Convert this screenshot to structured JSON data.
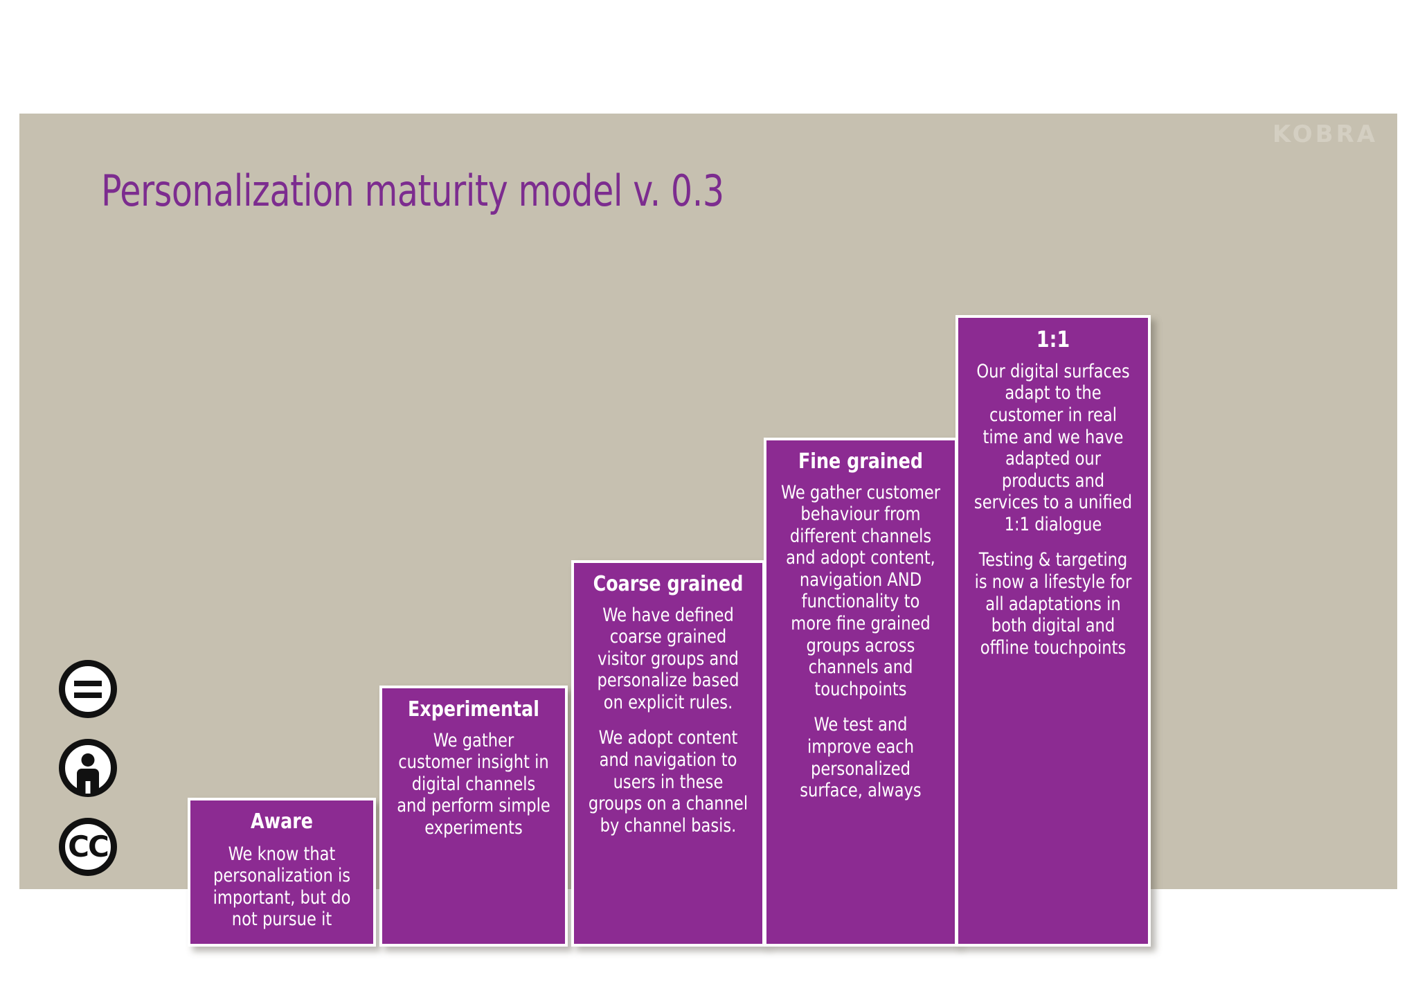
{
  "slide": {
    "title": "Personalization maturity model v. 0.3",
    "watermark": "KOBRA",
    "background_color": "#c6c0b0",
    "accent_color": "#8c2b92",
    "title_color": "#7c2c8f",
    "bar_border_color": "#ffffff",
    "bar_text_color": "#ffffff"
  },
  "chart_data": {
    "type": "bar",
    "title": "Personalization maturity model v. 0.3",
    "xlabel": "",
    "ylabel": "",
    "categories": [
      "Aware",
      "Experimental",
      "Coarse grained",
      "Fine grained",
      "1:1"
    ],
    "values": [
      1,
      2,
      3,
      4,
      5
    ],
    "ylim": [
      0,
      5
    ],
    "grid": false,
    "legend": "none",
    "notes": "Ascending staircase of five maturity levels; each bar height encodes the maturity stage."
  },
  "stages": [
    {
      "id": "aware",
      "level": 1,
      "heading": "Aware",
      "paragraphs": [
        "We know that personalization is important, but do not pursue it"
      ]
    },
    {
      "id": "experimental",
      "level": 2,
      "heading": "Experimental",
      "paragraphs": [
        "We gather customer insight in digital channels and perform simple experiments"
      ]
    },
    {
      "id": "coarse-grained",
      "level": 3,
      "heading": "Coarse grained",
      "paragraphs": [
        "We have defined coarse grained visitor groups and personalize based on explicit rules.",
        "We adopt content and navigation to users in these groups on a channel by channel basis."
      ]
    },
    {
      "id": "fine-grained",
      "level": 4,
      "heading": "Fine grained",
      "paragraphs": [
        "We gather customer behaviour from different channels and adopt content, navigation AND functionality to more fine grained groups across channels and touchpoints",
        "We test and improve each personalized surface, always"
      ]
    },
    {
      "id": "one-to-one",
      "level": 5,
      "heading": "1:1",
      "paragraphs": [
        "Our digital surfaces adapt to the customer in real time and we have adapted our products and services to a unified 1:1 dialogue",
        "Testing & targeting is now a lifestyle for all adaptations in both digital and offline touchpoints"
      ]
    }
  ],
  "license_badges": [
    {
      "id": "share-alike",
      "icon": "cc-share-alike-icon",
      "label": "="
    },
    {
      "id": "attribution",
      "icon": "cc-attribution-icon",
      "label": ""
    },
    {
      "id": "creative-commons",
      "icon": "cc-logo-icon",
      "label": "CC"
    }
  ]
}
